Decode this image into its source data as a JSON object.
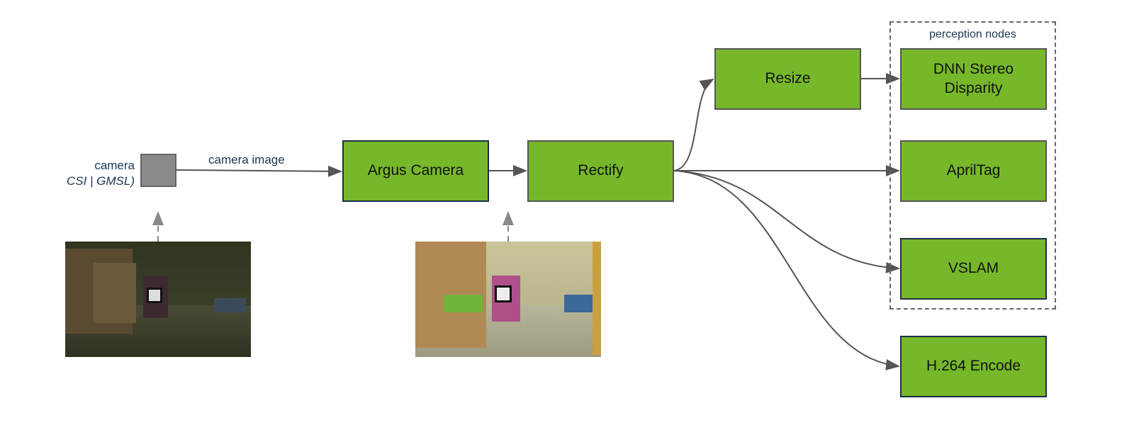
{
  "camera": {
    "label": "camera",
    "sublabel": "CSI | GMSL)"
  },
  "edge_label": "camera image",
  "nodes": {
    "argus": "Argus Camera",
    "rectify": "Rectify",
    "resize": "Resize",
    "dnn_line1": "DNN Stereo",
    "dnn_line2": "Disparity",
    "apriltag": "AprilTag",
    "vslam": "VSLAM",
    "h264": "H.264 Encode"
  },
  "group_label": "perception nodes",
  "colors": {
    "node": "#76b82a",
    "wire": "#555555",
    "text": "#1c3553"
  }
}
